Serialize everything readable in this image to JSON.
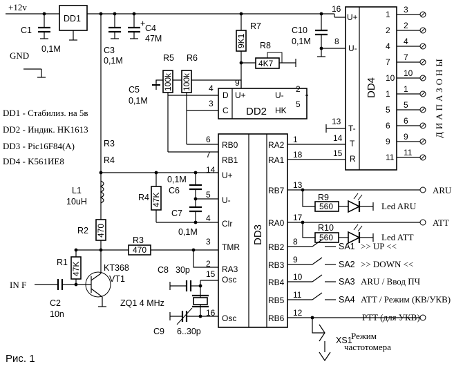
{
  "power": {
    "vplus": "+12v",
    "gnd": "GND"
  },
  "chips": {
    "dd1": "DD1",
    "dd2": {
      "name": "DD2",
      "pins_left": [
        "D",
        "C"
      ],
      "pin_up": "U+",
      "pin_um": "U-",
      "pin_hk": "HK",
      "n_d": "4",
      "n_c": "3",
      "n_up": "9",
      "n_um": "2",
      "n_hk": "5"
    },
    "dd3": {
      "name": "DD3",
      "left": [
        "RB0",
        "RB1",
        "U+",
        "U-",
        "Clr",
        "TMR",
        "RA3",
        "Osc",
        "Osc"
      ],
      "left_nums": [
        "6",
        "7",
        "14",
        "5",
        "4",
        "3",
        "2",
        "15",
        "16"
      ],
      "right": [
        "RA2",
        "RA1",
        "RB7",
        "RA0",
        "RB2",
        "RB3",
        "RB4",
        "RB5",
        "RB6"
      ],
      "right_nums": [
        "1",
        "18",
        "13",
        "17",
        "8",
        "9",
        "10",
        "11",
        "12"
      ]
    },
    "dd4": {
      "name": "DD4",
      "up": "U+",
      "um": "U-",
      "tm": "T-",
      "t": "T",
      "r": "R",
      "n_up": "16",
      "n_um": "8",
      "n_tm": "13",
      "n_t": "14",
      "n_r": "15",
      "out_pins": [
        "1",
        "2",
        "4",
        "7",
        "10",
        "1",
        "5",
        "6",
        "9",
        "11"
      ],
      "out_nums": [
        "3",
        "2",
        "4",
        "7",
        "10",
        "1",
        "5",
        "6",
        "9",
        "11"
      ]
    }
  },
  "components": {
    "c1": "C1",
    "c1v": "0,1M",
    "c3": "C3",
    "c3v": "0,1M",
    "c4": "C4",
    "c4v": "47M",
    "c4plus": "+",
    "c10": "C10",
    "c10v": "0,1M",
    "r7": "R7",
    "r7v": "9K1",
    "r8": "R8",
    "r8v": "4K7",
    "r5": "R5",
    "r5v": "100k",
    "r6": "R6",
    "r6v": "100k",
    "c5": "C5",
    "c5v": "0,1M",
    "r3a": "R3",
    "r4a": "R4",
    "c6": "C6",
    "c6v": "0,1M",
    "c7": "C7",
    "c7v": "0,1M",
    "r4": "R4",
    "r4v": "47K",
    "l1": "L1",
    "l1v": "10uH",
    "r2": "R2",
    "r2v": "470",
    "r3": "R3",
    "r3v": "470",
    "r1": "R1",
    "r1v": "47K",
    "vt1": "KT368",
    "vt1n": "VT1",
    "c2": "C2",
    "c2v": "10n",
    "c8": "C8",
    "c8v": "30p",
    "zq1": "ZQ1 4 MHz",
    "c9": "C9",
    "c9v": "6..30p",
    "r9": "R9",
    "r9v": "560",
    "r10": "R10",
    "r10v": "560",
    "xs1": "XS1",
    "n16": "16",
    "n8": "8",
    "n9": "9"
  },
  "legend": [
    "DD1 - Стабилиз. на 5в",
    "DD2 - Индик. HK1613",
    "DD3 - Pic16F84(A)",
    "DD4 - K561ИЕ8"
  ],
  "signals": {
    "in_f": "IN F",
    "aru": "ARU",
    "att": "ATT",
    "led_aru": "Led ARU",
    "led_att": "Led ATT",
    "sa1": "SA1",
    "sa1t": ">> UP <<",
    "sa2": "SA2",
    "sa2t": ">> DOWN <<",
    "sa3": "SA3",
    "sa3t": "ARU / Ввод ПЧ",
    "sa4": "SA4",
    "sa4t": "ATT / Режим (КВ/УКВ)",
    "ptt": "PTT (для УКВ)",
    "mode1": "Режим",
    "mode2": "частотомера",
    "ranges": "ДИАПАЗОНЫ"
  },
  "caption": "Рис. 1"
}
